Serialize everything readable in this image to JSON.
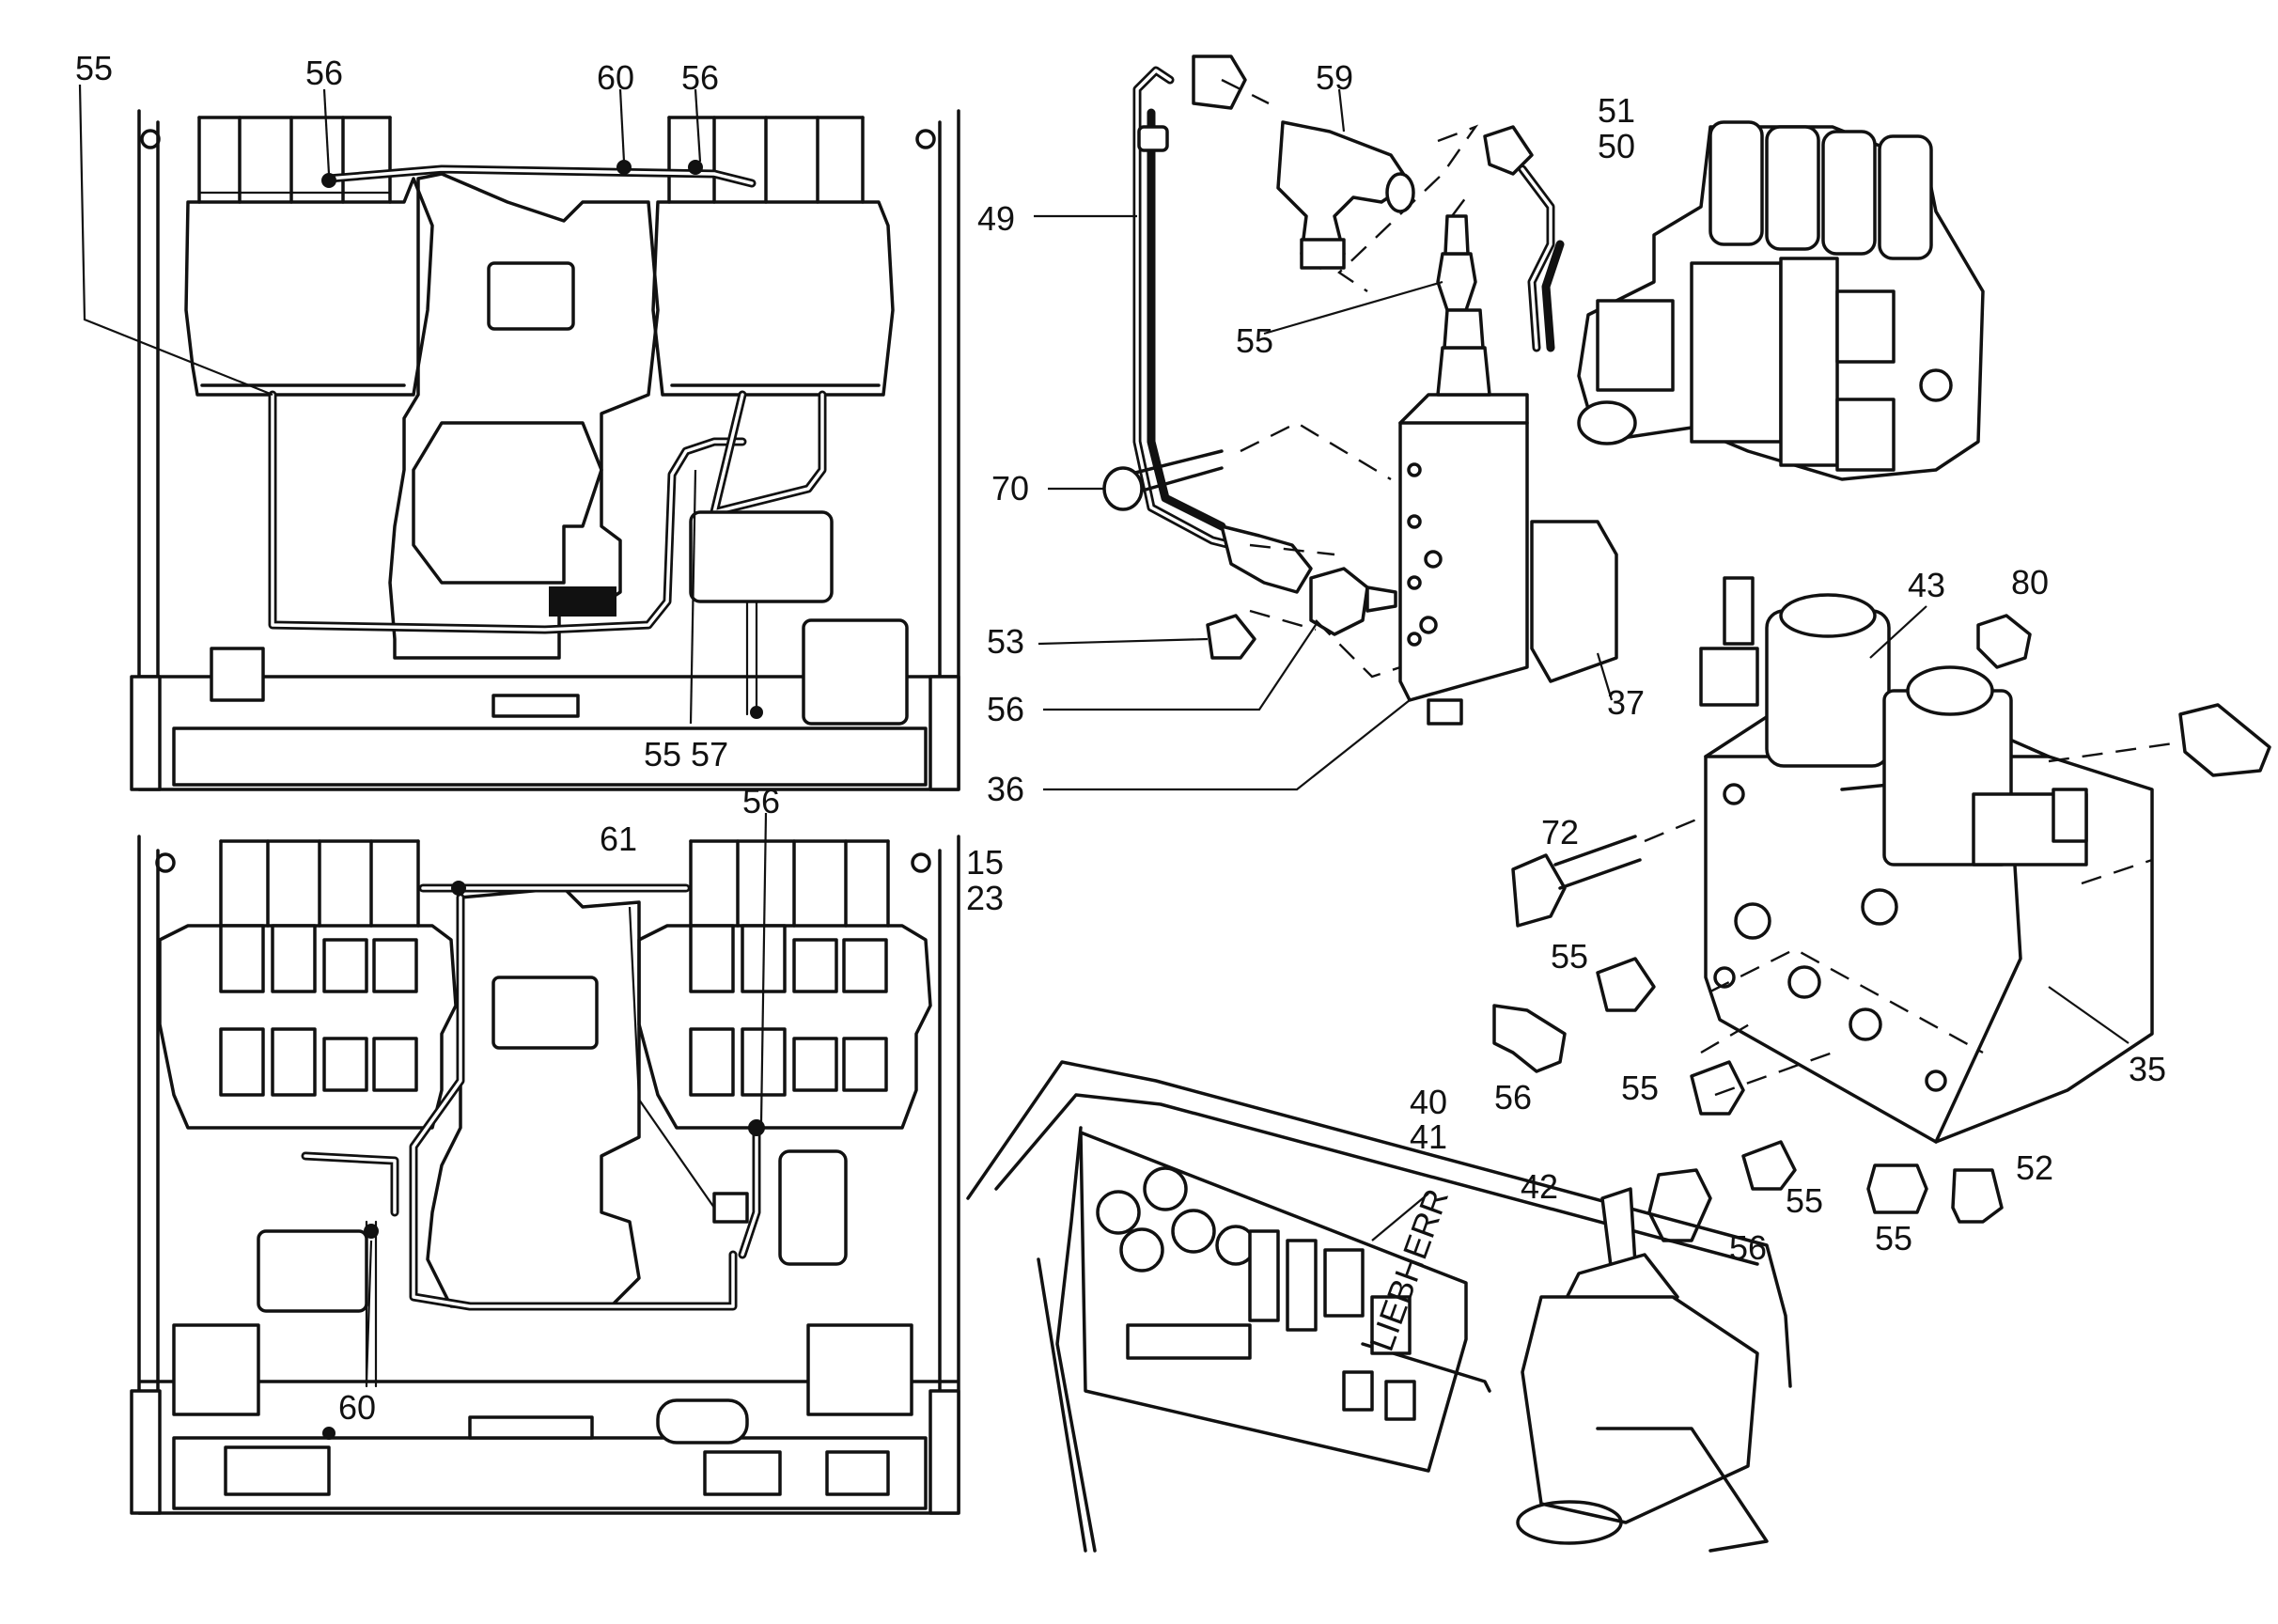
{
  "callouts": [
    {
      "id": "c1",
      "text": "55"
    },
    {
      "id": "c2",
      "text": "56"
    },
    {
      "id": "c3",
      "text": "60"
    },
    {
      "id": "c4",
      "text": "56"
    },
    {
      "id": "c5",
      "text": "55 57"
    },
    {
      "id": "c6",
      "text": "56"
    },
    {
      "id": "c7",
      "text": "61"
    },
    {
      "id": "c8",
      "text": "15"
    },
    {
      "id": "c9",
      "text": "23"
    },
    {
      "id": "c10",
      "text": "60"
    },
    {
      "id": "c11",
      "text": "59"
    },
    {
      "id": "c12",
      "text": "51"
    },
    {
      "id": "c13",
      "text": "50"
    },
    {
      "id": "c14",
      "text": "49"
    },
    {
      "id": "c15",
      "text": "55"
    },
    {
      "id": "c16",
      "text": "70"
    },
    {
      "id": "c17",
      "text": "53"
    },
    {
      "id": "c18",
      "text": "56"
    },
    {
      "id": "c19",
      "text": "36"
    },
    {
      "id": "c20",
      "text": "37"
    },
    {
      "id": "c21",
      "text": "43"
    },
    {
      "id": "c22",
      "text": "80"
    },
    {
      "id": "c23",
      "text": "72"
    },
    {
      "id": "c24",
      "text": "55"
    },
    {
      "id": "c25",
      "text": "56"
    },
    {
      "id": "c26",
      "text": "55"
    },
    {
      "id": "c27",
      "text": "35"
    },
    {
      "id": "c28",
      "text": "40"
    },
    {
      "id": "c29",
      "text": "41"
    },
    {
      "id": "c30",
      "text": "42"
    },
    {
      "id": "c31",
      "text": "55"
    },
    {
      "id": "c32",
      "text": "56"
    },
    {
      "id": "c33",
      "text": "55"
    },
    {
      "id": "c34",
      "text": "52"
    }
  ],
  "panel_logo": "LIEBHERR"
}
